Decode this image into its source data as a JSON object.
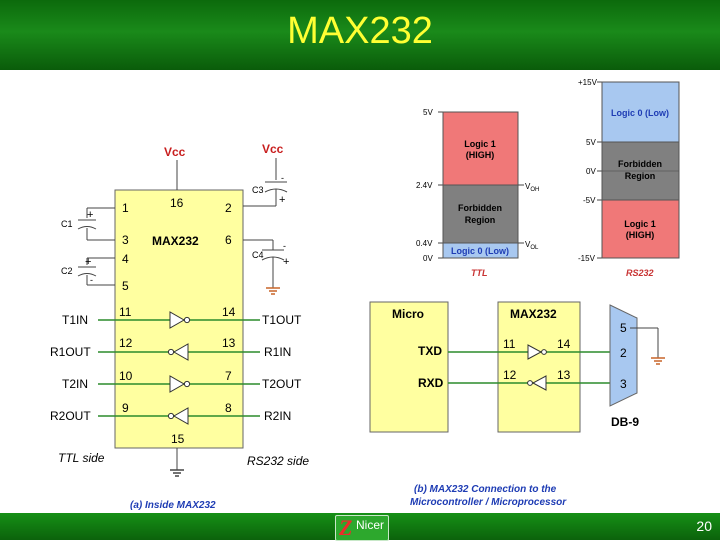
{
  "slide": {
    "title": "MAX232",
    "page_number": "20",
    "footer_logo": "Nicer"
  },
  "colors": {
    "header": "#107810",
    "title": "#ffff33",
    "chip": "#ffffa0",
    "high": "#f07878",
    "forbidden": "#808080",
    "low": "#a8c8f0",
    "vcc": "#c81e1e",
    "wire": "#2c8c2c",
    "caption": "#1e3cb4"
  },
  "left": {
    "vcc1": "Vcc",
    "vcc2": "Vcc",
    "chip": "MAX232",
    "pins": {
      "p1": "1",
      "p2": "2",
      "p3": "3",
      "p4": "4",
      "p5": "5",
      "p6": "6",
      "p16": "16",
      "p15": "15",
      "p11": "11",
      "p12": "12",
      "p10": "10",
      "p9": "9",
      "p14": "14",
      "p13": "13",
      "p7": "7",
      "p8": "8"
    },
    "caps": {
      "c1": "C1",
      "c2": "C2",
      "c3": "C3",
      "c4": "C4"
    },
    "plus": "+",
    "minus": "-",
    "signals": {
      "t1in": "T1IN",
      "r1out": "R1OUT",
      "t2in": "T2IN",
      "r2out": "R2OUT",
      "t1out": "T1OUT",
      "r1in": "R1IN",
      "t2out": "T2OUT",
      "r2in": "R2IN"
    },
    "ttl_side": "TTL side",
    "rs232_side": "RS232 side",
    "caption": "(a) Inside MAX232"
  },
  "levels": {
    "ttl": {
      "v5": "5V",
      "v24": "2.4V",
      "v04": "0.4V",
      "v0": "0V",
      "logic1": [
        "Logic 1",
        "(HIGH)"
      ],
      "forbidden": [
        "Forbidden",
        "Region"
      ],
      "logic0": "Logic 0 (Low)",
      "voh": "V",
      "voh_sub": "OH",
      "vol": "V",
      "vol_sub": "OL",
      "label": "TTL"
    },
    "rs232": {
      "vp15": "+15V",
      "vp5": "5V",
      "v0": "0V",
      "vm5": "-5V",
      "vm15": "-15V",
      "logic0": "Logic 0 (Low)",
      "forbidden": [
        "Forbidden",
        "Region"
      ],
      "logic1": [
        "Logic 1",
        "(HIGH)"
      ],
      "label": "RS232"
    }
  },
  "conn": {
    "micro": "Micro",
    "max232": "MAX232",
    "txd": "TXD",
    "rxd": "RXD",
    "p11": "11",
    "p14": "14",
    "p12": "12",
    "p13": "13",
    "db5": "5",
    "db2": "2",
    "db3": "3",
    "db9": "DB-9",
    "caption": [
      "(b) MAX232 Connection to the",
      "Microcontroller / Microprocessor"
    ]
  }
}
